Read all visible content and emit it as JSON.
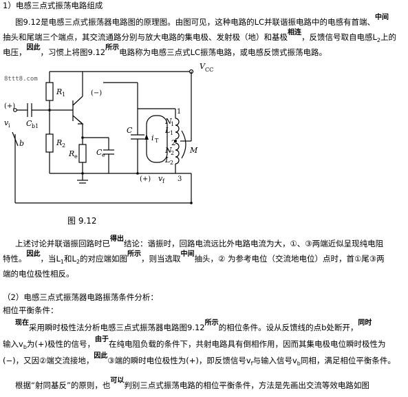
{
  "section1": {
    "heading": "1）电感三点式振荡电路组成",
    "p1_l1_a": "图9.12是电感三点式振荡器电路图的原理图。由图可见，这种电路的LC并联谐振电路中的电感有首端、",
    "p1_l1_tag": "中间",
    "p1_l2_a": "抽头和尾端三个端点，其交流通路分别与放大电路的集电极、发射极（地）和基极",
    "p1_l2_tag": "相连",
    "p1_l2_b": "，反馈信号取自电感L",
    "p1_l2_sub": "2",
    "p1_l2_c": "上的",
    "p1_l3_a": "电压，",
    "p1_l3_tag1": "因此",
    "p1_l3_b": "，习惯上将图9.12",
    "p1_l3_tag2": "所示",
    "p1_l3_c": "电路称为电感三点式LC振荡电路，或电感反馈式振荡电路。"
  },
  "watermark": "8ttt8.com",
  "figure": {
    "caption": "图 9.12",
    "labels": {
      "vcc": "V",
      "vcc_sub": "CC",
      "r1": "R",
      "r1_sub": "1",
      "r2": "R",
      "r2_sub": "2",
      "re": "R",
      "re_sub": "e",
      "ce": "C",
      "ce_sub": "e",
      "cb": "C",
      "cb_sub": "b1",
      "c": "C",
      "it": "i",
      "it_sub": "T",
      "n1": "N",
      "n1_sub": "1",
      "n2": "N",
      "n2_sub": "2",
      "l1": "L",
      "l1_sub": "1",
      "l2": "L",
      "l2_sub": "2",
      "m": "M",
      "plus_left": "(+)",
      "minus_top": "(−)",
      "plus_bottom": "(+)",
      "vi": "v",
      "vi_sub": "i",
      "vf": "v",
      "vf_sub": "f",
      "b": "b",
      "node1": "1",
      "node2": "2",
      "node3": "3"
    }
  },
  "section1b": {
    "l1_a": "上述讨论并联谐振回路时已",
    "l1_tag": "得出",
    "l1_b": "结论：谐振时，回路电流远比外电路电流为大，①、③两端近似呈现纯电阻",
    "l2_a": "特性。",
    "l2_tag1": "因此",
    "l2_b": "，当L",
    "l2_sub1": "1",
    "l2_c": "和L",
    "l2_sub2": "2",
    "l2_d": "的对应端如图",
    "l2_tag2": "所示",
    "l2_e": "，则当选取",
    "l2_tag3": "中间",
    "l2_f": "抽头，② 为参考电位（交流地电位）点时，首①尾③两",
    "l3": "端的电位极性相反。"
  },
  "section2": {
    "heading": "（2）电感三点式振荡器电路振荡条件分析：",
    "sub": "相位平衡条件：",
    "l1_tag1": "现在",
    "l1_a": "采用瞬时极性法分析电感三点式振荡器电路图9.12",
    "l1_tag2": "所示",
    "l1_b": "的相位条件。设从反馈线的点b处断开，",
    "l1_tag3": "同时",
    "l2_a": "输入v",
    "l2_sub1": "b",
    "l2_b": "为(+)极性的信号，",
    "l2_tag": "由于",
    "l2_c": "在纯电阻负载的条件下，共射电路具有倒相作用，因而其集电极电位瞬时极性为",
    "l3_a": "(−)，又因②端交流接地，",
    "l3_tag": "因此",
    "l3_b": "③端的瞬时电位极性为(+)，即反馈信号v",
    "l3_sub1": "f",
    "l3_c": "与输入信号v",
    "l3_sub2": "b",
    "l3_d": "同相，满足相位平衡条件。",
    "l4_a": "根据“射同基反”的原则，也",
    "l4_tag": "可以",
    "l4_b": "判别三点式振荡电路的相位平衡条件，方法是先画出交流等效电路如图"
  }
}
